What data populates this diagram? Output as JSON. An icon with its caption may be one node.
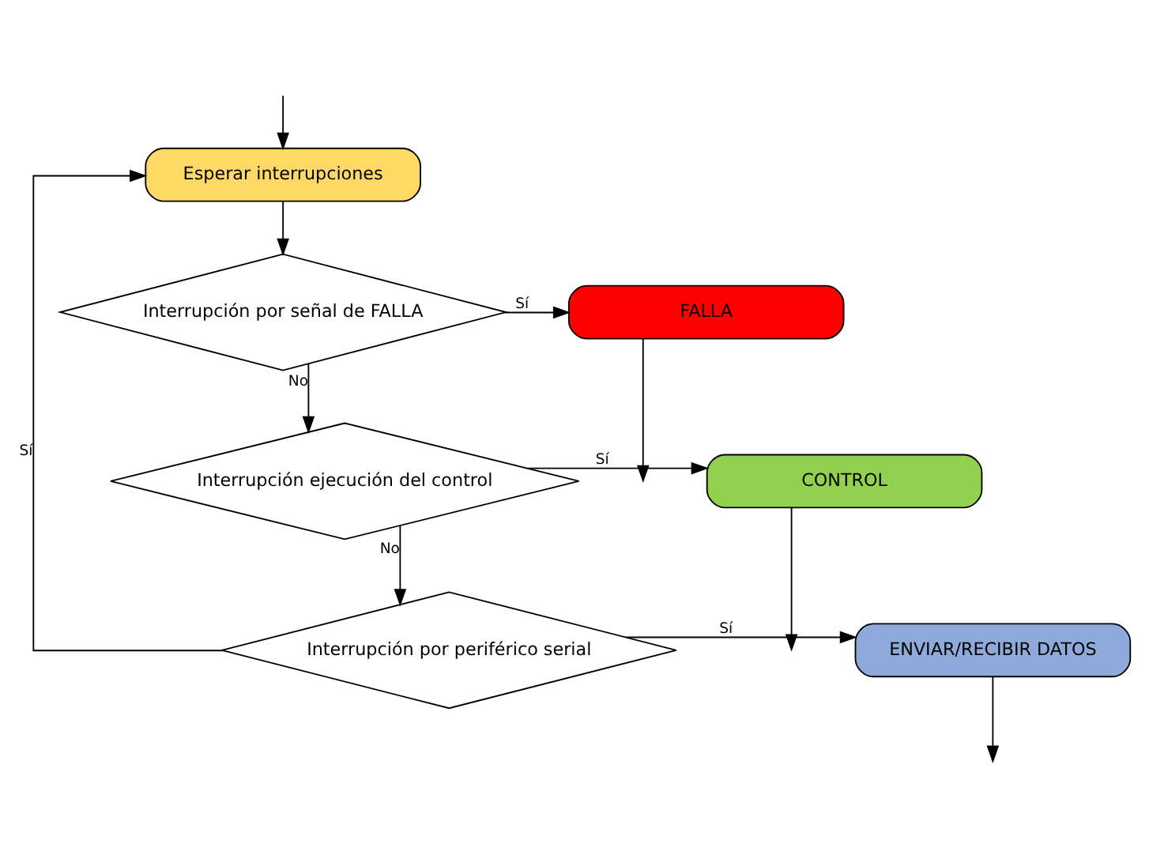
{
  "diagram": {
    "nodes": [
      {
        "text": [
          "Esperar interrupciones"
        ]
      },
      {
        "text": [
          "Interrupción por señal de FALLA"
        ]
      },
      {
        "text": [
          "FALLA"
        ]
      },
      {
        "text": [
          "Interrupción ejecución del control"
        ]
      },
      {
        "text": [
          "CONTROL"
        ]
      },
      {
        "text": [
          "Interrupción por periférico serial"
        ]
      },
      {
        "text": [
          "ENVIAR/RECIBIR DATOS"
        ]
      }
    ],
    "edges": [
      {
        "from": 0,
        "to": 1,
        "arrow": "to"
      },
      {
        "from": 1,
        "to": 2,
        "arrow": "to",
        "label": "Sí"
      },
      {
        "from": 1,
        "to": 3,
        "arrow": "to",
        "label": "No"
      },
      {
        "from": 3,
        "to": 4,
        "arrow": "to",
        "label": "Sí"
      },
      {
        "from": 3,
        "to": 5,
        "arrow": "to",
        "label": "No"
      },
      {
        "from": 5,
        "to": 6,
        "arrow": "to",
        "label": "Sí"
      },
      {
        "from": 5,
        "to": 0,
        "arrow": "to",
        "label": "Sí"
      },
      {
        "from": 2,
        "to": null,
        "arrow": "to"
      },
      {
        "from": 4,
        "to": null,
        "arrow": "to"
      },
      {
        "from": 6,
        "to": null,
        "arrow": "to"
      },
      {
        "from": null,
        "to": 0,
        "arrow": "to"
      }
    ]
  }
}
